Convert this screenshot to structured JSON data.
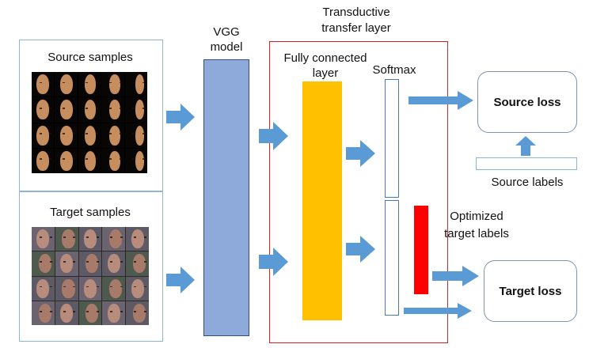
{
  "panels": {
    "source_label": "Source samples",
    "target_label": "Target samples"
  },
  "vgg": {
    "label_line1": "VGG",
    "label_line2": "model"
  },
  "transductive": {
    "label_line1": "Transductive",
    "label_line2": "transfer layer"
  },
  "fully_connected": {
    "label_line1": "Fully connected",
    "label_line2": "layer"
  },
  "softmax": {
    "label": "Softmax"
  },
  "optimized_labels": {
    "label_line1": "Optimized",
    "label_line2": "target labels"
  },
  "source_loss": {
    "label": "Source loss"
  },
  "target_loss": {
    "label": "Target loss"
  },
  "source_labels": {
    "label": "Source labels"
  },
  "colors": {
    "arrow": "#5b9bd5",
    "vgg_bar": "#8eaadb",
    "fc_bar": "#ffc000",
    "optimized_bar": "#ff0000",
    "transductive_border": "#e02020",
    "panel_border": "#8fb4d9"
  }
}
